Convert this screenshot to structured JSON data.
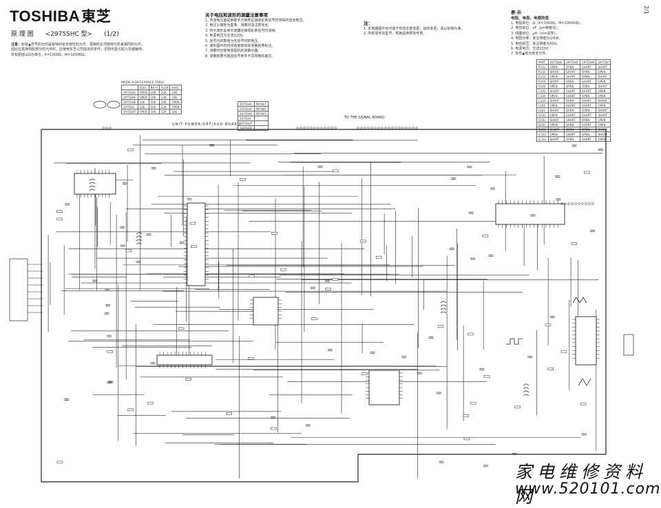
{
  "header": {
    "logo_en": "TOSHIBA",
    "logo_cn": "東芝",
    "doc_type": "原 理 图",
    "model_ref": "<2975SHC 型>",
    "sheet": "(1/2)"
  },
  "caution_note": {
    "label": "注意：",
    "lines": [
      "标有▲符号的元件是有特别安全特性的元件，更换时必须使用与原来相同的元件。",
      "因此在更换阴影部分的元件时，应使用东芝公司指定的零件，否则可能引起火灾或触电。",
      "所有阻值以Ω为单位，K=1000Ω，M=1000KΩ。"
    ]
  },
  "measurement_note": {
    "title": "关于电压和波形的测量注意事项",
    "items": [
      "1. 所测电压值是用数字万用表在接收彩条信号时测得的直流电压。",
      "2. 电压以接地为基准，测量时请注意安全。",
      "3. 所示波形是用示波器在接收彩条信号时测得。",
      "4. 电源电压为交流220V。",
      "5. 括号内的数值为无信号时的电压。",
      "6. 波形图中的时间刻度按实际测量结果标注。",
      "7. 测量时应使用高阻抗的测量仪器。",
      "8. 测量结果可能因信号条件不同而略有差异。"
    ]
  },
  "notes_block": {
    "title": "注：",
    "items": [
      "1. 本电路图中有可能不包括全部变更，如有变更，请以实物为准。",
      "2. 所有零件的型号、规格请参照零件表。"
    ]
  },
  "legend": {
    "title": "表 示",
    "subtitle": "电阻、电容、电感的值",
    "items": [
      "1. 电阻单位：Ω（K=1000Ω，M=1000KΩ）。",
      "2. 电容单位：μF（p=微微法）。",
      "3. 线圈单位：μH（m=毫亨）。",
      "4. 电阻功率：未注明者为1/6W。",
      "5. 电容耐压：未注明者为50V。",
      "6. 电源电压：交流220V。",
      "7. 标有▲者为安全元件。"
    ]
  },
  "mode_table": {
    "title": "MODE-P DIFFERENCE TABLE",
    "headers": [
      "",
      "R501",
      "R474",
      "R459",
      "R461"
    ],
    "rows": [
      [
        "2975SHC",
        "OPEN",
        "10K",
        "22K",
        "33K"
      ],
      [
        "2975SHF",
        "OPEN",
        "10K",
        "22K",
        "33K"
      ],
      [
        "2975SHE",
        "33K",
        "10K",
        "22K",
        "OPEN"
      ],
      [
        "2975SH",
        "33K",
        "10K",
        "22K",
        "OPEN"
      ],
      [
        "2975SHT",
        "OPEN",
        "10K",
        "22K",
        "33K"
      ]
    ]
  },
  "model_pcb_table": {
    "rows": [
      [
        "2975SHC",
        "PB7807"
      ],
      [
        "2975SHF",
        "PB7805"
      ],
      [
        "2975SHE",
        "PB7803"
      ],
      [
        "2975SH",
        ""
      ],
      [
        "2975SHT",
        ""
      ],
      [
        "2975SDE",
        ""
      ]
    ]
  },
  "board_label": "UNIT  POWER/DEF/AUD  BOARD",
  "connector_label": "TO THE SIGNAL BOARD",
  "right_table": {
    "headers": [
      "PART",
      "2975SHC",
      "2975SHF",
      "2975SHE",
      "2975SH"
    ],
    "rows": [
      [
        "R101",
        "OPEN",
        "OPEN",
        "SHORT",
        "SHORT"
      ],
      [
        "R102",
        "SHORT",
        "SHORT",
        "OPEN",
        "OPEN"
      ],
      [
        "R103",
        "OPEN",
        "SHORT",
        "OPEN",
        "SHORT"
      ],
      [
        "R104",
        "SHORT",
        "OPEN",
        "SHORT",
        "OPEN"
      ],
      [
        "R105",
        "OPEN",
        "OPEN",
        "OPEN",
        "SHORT"
      ],
      [
        "C101",
        "SHORT",
        "SHORT",
        "SHORT",
        "OPEN"
      ],
      [
        "C102",
        "OPEN",
        "SHORT",
        "OPEN",
        "OPEN"
      ],
      [
        "C103",
        "SHORT",
        "OPEN",
        "SHORT",
        "SHORT"
      ],
      [
        "L101",
        "OPEN",
        "SHORT",
        "SHORT",
        "OPEN"
      ],
      [
        "L102",
        "SHORT",
        "OPEN",
        "OPEN",
        "SHORT"
      ],
      [
        "Q101",
        "OPEN",
        "SHORT",
        "SHORT",
        "SHORT"
      ],
      [
        "Q102",
        "SHORT",
        "SHORT",
        "OPEN",
        "OPEN"
      ],
      [
        "D101",
        "OPEN",
        "OPEN",
        "SHORT",
        "OPEN"
      ],
      [
        "D102",
        "SHORT",
        "OPEN",
        "OPEN",
        "SHORT"
      ],
      [
        "IC101",
        "OPEN",
        "SHORT",
        "OPEN",
        "SHORT"
      ],
      [
        "IC102",
        "SHORT",
        "OPEN",
        "SHORT",
        "OPEN"
      ]
    ]
  },
  "watermark": {
    "cn": "家电维修资料网",
    "url": "www.520101.com"
  },
  "page_mark": "2/1"
}
